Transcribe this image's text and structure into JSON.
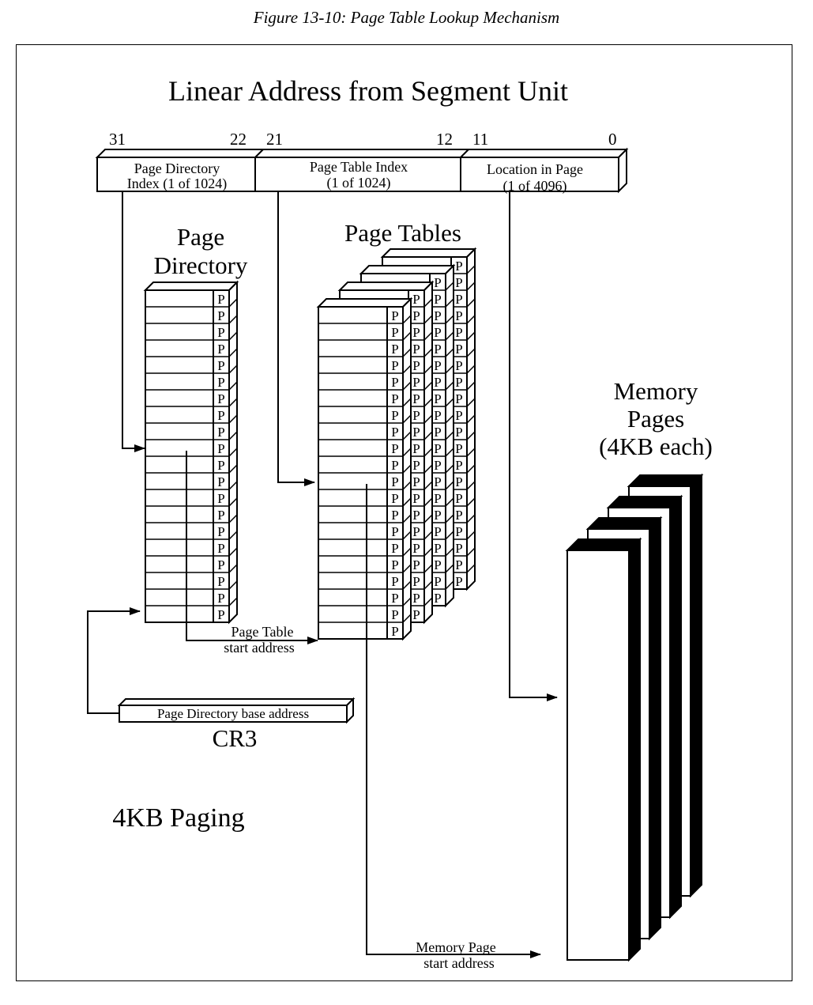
{
  "caption": "Figure 13-10: Page Table Lookup Mechanism",
  "heading": "Linear Address from Segment Unit",
  "bit_numbers": {
    "b31": "31",
    "b22": "22",
    "b21": "21",
    "b12": "12",
    "b11": "11",
    "b0": "0"
  },
  "address_fields": {
    "dir_line1": "Page Directory",
    "dir_line2": "Index (1 of 1024)",
    "table_line1": "Page Table Index",
    "table_line2": "(1 of 1024)",
    "offset_line1": "Location in Page",
    "offset_line2": "(1 of 4096)"
  },
  "page_directory": {
    "line1": "Page",
    "line2": "Directory",
    "entries": 20,
    "flag": "P"
  },
  "page_tables": {
    "title": "Page Tables",
    "stacks": 4,
    "entries": 20,
    "flag": "P"
  },
  "memory_pages": {
    "line1": "Memory",
    "line2": "Pages",
    "line3": "(4KB each)",
    "count": 4
  },
  "page_table_start": {
    "line1": "Page Table",
    "line2": "start address"
  },
  "memory_page_start": {
    "line1": "Memory Page",
    "line2": "start address"
  },
  "cr3": {
    "register_text": "Page Directory base address",
    "name": "CR3"
  },
  "mode_label": "4KB Paging"
}
